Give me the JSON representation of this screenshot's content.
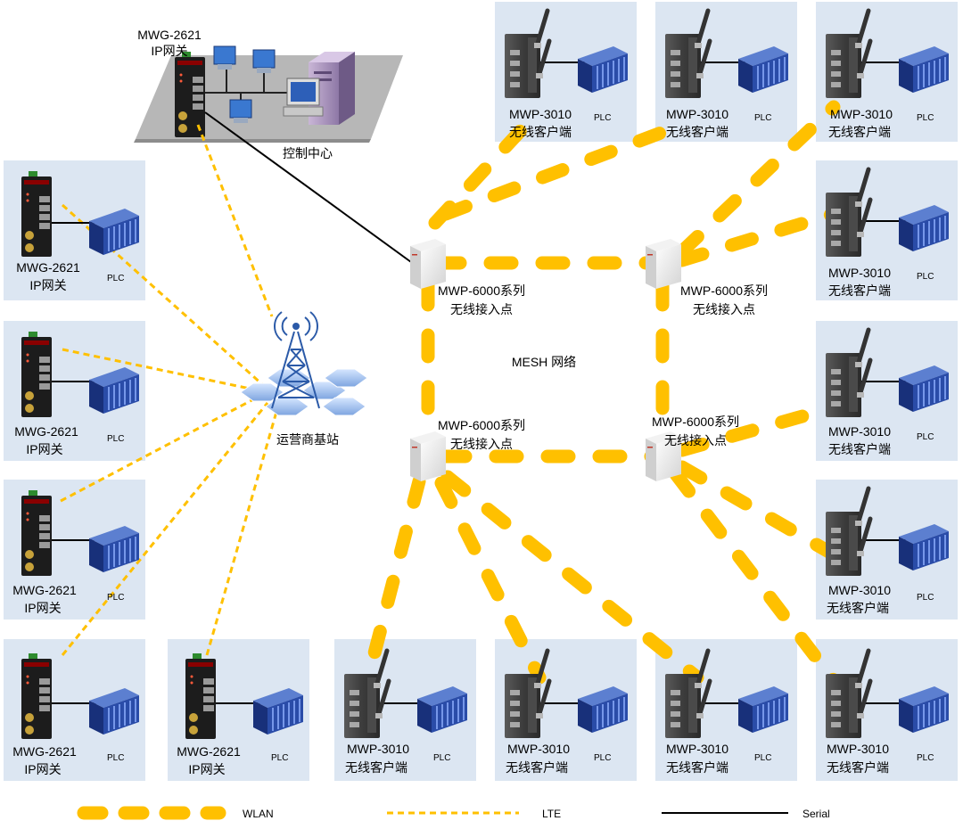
{
  "colors": {
    "wlan": "#FFC000",
    "lte": "#FFC000",
    "serial": "#000000",
    "panel": "#DCE6F2",
    "plc": "#1F3C8C"
  },
  "control_center": {
    "gateway_model": "MWG-2621",
    "gateway_type": "IP网关",
    "label": "控制中心"
  },
  "base_station": {
    "label": "运营商基站",
    "icon": "cell-tower-icon"
  },
  "mesh": {
    "label": "MESH 网络"
  },
  "access_points": [
    {
      "model": "MWP-6000系列",
      "type": "无线接入点"
    },
    {
      "model": "MWP-6000系列",
      "type": "无线接入点"
    },
    {
      "model": "MWP-6000系列",
      "type": "无线接入点"
    },
    {
      "model": "MWP-6000系列",
      "type": "无线接入点"
    }
  ],
  "gateway_sites": [
    {
      "model": "MWG-2621",
      "type": "IP网关",
      "plc": "PLC"
    },
    {
      "model": "MWG-2621",
      "type": "IP网关",
      "plc": "PLC"
    },
    {
      "model": "MWG-2621",
      "type": "IP网关",
      "plc": "PLC"
    },
    {
      "model": "MWG-2621",
      "type": "IP网关",
      "plc": "PLC"
    },
    {
      "model": "MWG-2621",
      "type": "IP网关",
      "plc": "PLC"
    }
  ],
  "client_sites": [
    {
      "model": "MWP-3010",
      "type": "无线客户端",
      "plc": "PLC"
    },
    {
      "model": "MWP-3010",
      "type": "无线客户端",
      "plc": "PLC"
    },
    {
      "model": "MWP-3010",
      "type": "无线客户端",
      "plc": "PLC"
    },
    {
      "model": "MWP-3010",
      "type": "无线客户端",
      "plc": "PLC"
    },
    {
      "model": "MWP-3010",
      "type": "无线客户端",
      "plc": "PLC"
    },
    {
      "model": "MWP-3010",
      "type": "无线客户端",
      "plc": "PLC"
    },
    {
      "model": "MWP-3010",
      "type": "无线客户端",
      "plc": "PLC"
    },
    {
      "model": "MWP-3010",
      "type": "无线客户端",
      "plc": "PLC"
    },
    {
      "model": "MWP-3010",
      "type": "无线客户端",
      "plc": "PLC"
    },
    {
      "model": "MWP-3010",
      "type": "无线客户端",
      "plc": "PLC"
    }
  ],
  "legend": {
    "wlan": "WLAN",
    "lte": "LTE",
    "serial": "Serial"
  }
}
